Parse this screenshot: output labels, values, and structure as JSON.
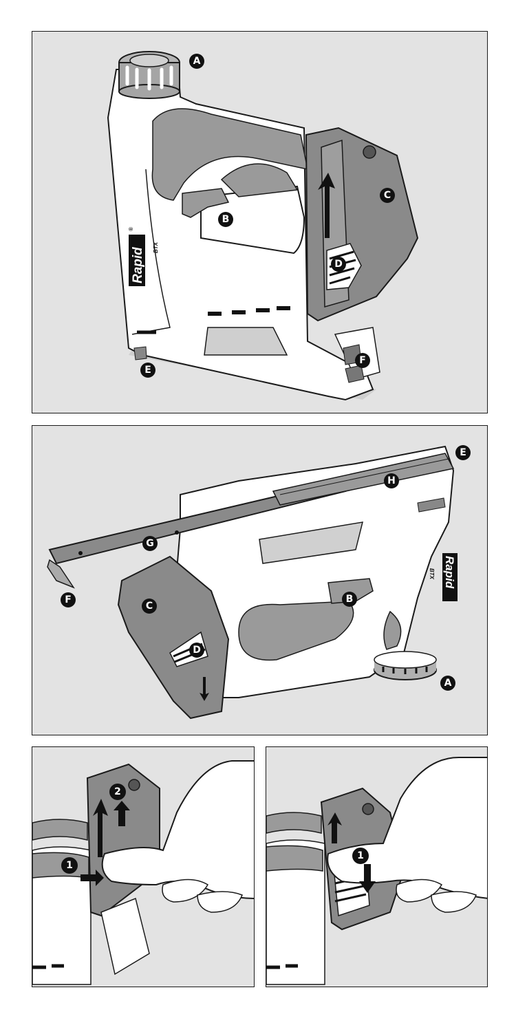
{
  "brand": {
    "name": "Rapid",
    "model": "BTX",
    "mark": "®"
  },
  "panel1": {
    "callouts": [
      "A",
      "B",
      "C",
      "D",
      "E",
      "F"
    ]
  },
  "panel2": {
    "callouts": [
      "A",
      "B",
      "C",
      "D",
      "E",
      "F",
      "G",
      "H"
    ]
  },
  "panel3": {
    "steps": [
      "1",
      "2"
    ]
  },
  "panel4": {
    "steps": [
      "1"
    ]
  },
  "colors": {
    "background": "#e3e3e3",
    "body": "#ffffff",
    "grip": "#9a9a9a",
    "cover": "#8a8a8a",
    "outline": "#1a1a1a",
    "label": "#111111"
  }
}
